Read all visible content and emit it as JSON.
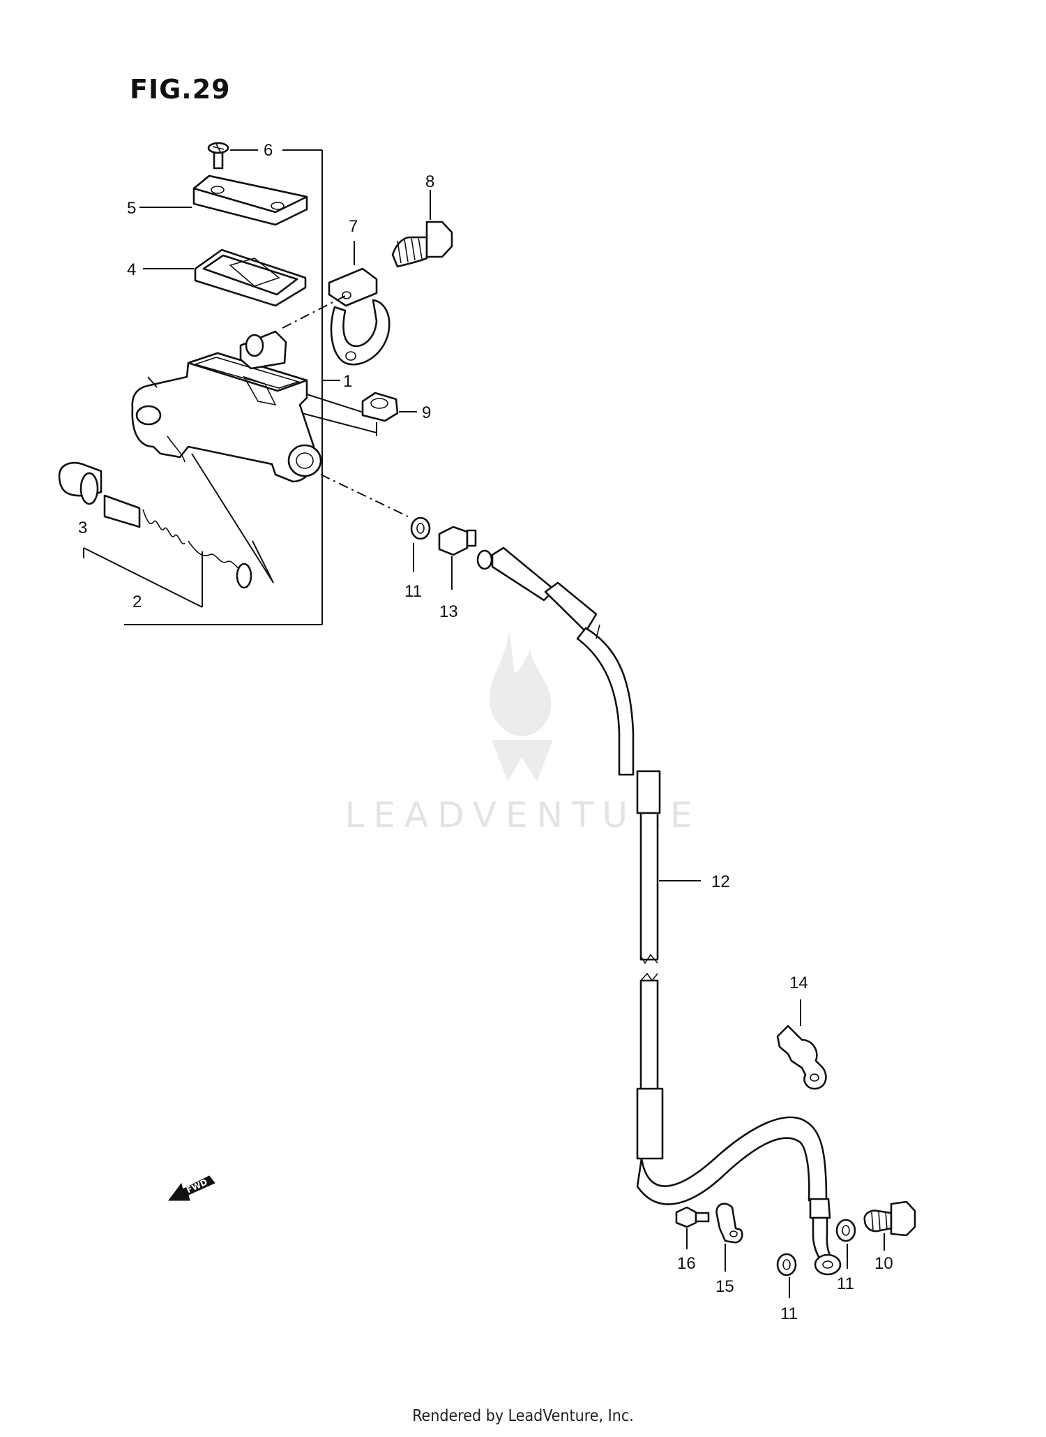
{
  "figure": {
    "title": "FIG.29"
  },
  "callouts": {
    "p1": "1",
    "p2": "2",
    "p3": "3",
    "p4": "4",
    "p5": "5",
    "p6": "6",
    "p7": "7",
    "p8": "8",
    "p9": "9",
    "p10": "10",
    "p11a": "11",
    "p11b": "11",
    "p11c": "11",
    "p12": "12",
    "p13": "13",
    "p14": "14",
    "p15": "15",
    "p16": "16"
  },
  "direction_marker": {
    "label": "FWD"
  },
  "watermark": {
    "brand": "LEADVENTURE"
  },
  "footer": {
    "credit": "Rendered by LeadVenture, Inc."
  }
}
